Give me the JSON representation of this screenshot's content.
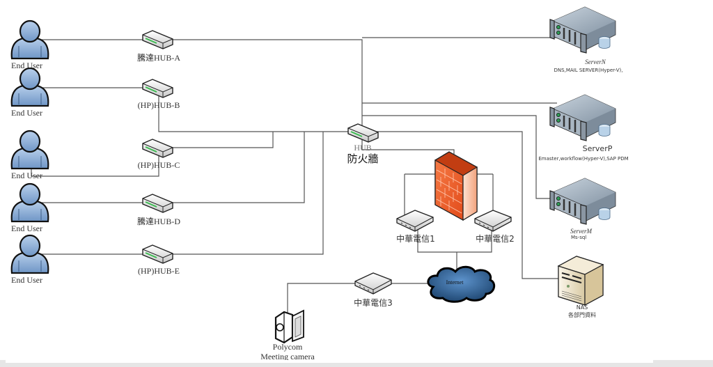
{
  "title": "Network topology diagram",
  "colors": {
    "line": "#555555",
    "user_fill": "#8fb1da",
    "firewall": "#f2622e",
    "cloud": "#2f5f93",
    "server_body": "#9aa8b4",
    "nas_body": "#e8dcc0"
  },
  "end_users": [
    {
      "label": "End User"
    },
    {
      "label": "End User"
    },
    {
      "label": "End User"
    },
    {
      "label": "End User"
    },
    {
      "label": "End User"
    }
  ],
  "hubs": [
    {
      "label": "騰達HUB-A"
    },
    {
      "label": "(HP)HUB-B"
    },
    {
      "label": "(HP)HUB-C"
    },
    {
      "label": "騰達HUB-D"
    },
    {
      "label": "(HP)HUB-E"
    }
  ],
  "core": {
    "hub_label": "HUB",
    "firewall_label": "防火牆"
  },
  "servers": [
    {
      "name": "ServerN",
      "desc": "DNS,MAIL SERVER(Hyper-V),"
    },
    {
      "name": "ServerP",
      "desc": "Emaster,workflow(Hyper-V),SAP PDM"
    },
    {
      "name": "ServerM",
      "desc": "Ms-sql"
    }
  ],
  "nas": {
    "name": "NAS",
    "desc": "各部門資料"
  },
  "modems": [
    {
      "label": "中華電信1"
    },
    {
      "label": "中華電信2"
    },
    {
      "label": "中華電信3"
    }
  ],
  "cloud": {
    "label": "Internet"
  },
  "camera": {
    "line1": "Polycom",
    "line2": "Meeting camera"
  }
}
